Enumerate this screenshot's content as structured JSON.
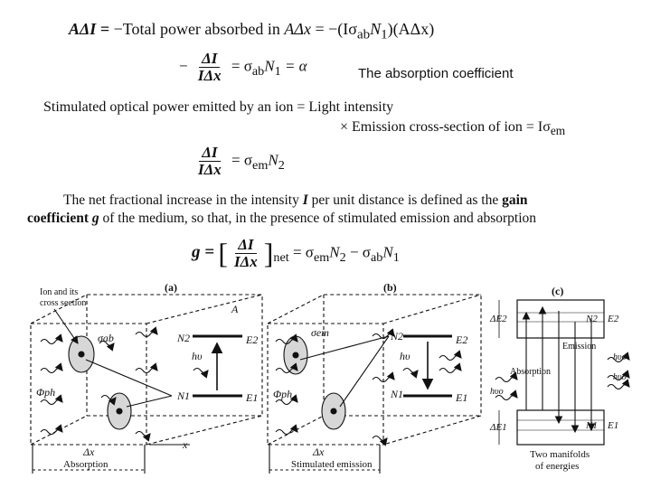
{
  "eq1": {
    "lhs": "AΔI =",
    "minus_text": "−Total power absorbed in",
    "adx": "AΔx",
    "rhs": "= −(Iσ",
    "sub_ab": "ab",
    "n1": "N",
    "n1_sub": "1",
    "tail": ")(AΔx)"
  },
  "eq2": {
    "minus": "−",
    "num": "ΔI",
    "den": "IΔx",
    "rhs": "= σ",
    "sub_ab": "ab",
    "n": "N",
    "n_sub": "1",
    "alpha": "= α",
    "note": "The absorption coefficient"
  },
  "stim": {
    "line1_left": "Stimulated optical power emitted by an ion =",
    "line1_right": "Light intensity",
    "line2": "× Emission cross-section of ion = Iσ",
    "line2_sub": "em"
  },
  "eq3": {
    "num": "ΔI",
    "den": "IΔx",
    "rhs": "= σ",
    "sub_em": "em",
    "n": "N",
    "n_sub": "2"
  },
  "para": {
    "p1": "The net fractional increase in the intensity",
    "p1_I": "I",
    "p1_b": "per unit distance is defined as the",
    "p1_gain": "gain",
    "p2_coef": "coefficient",
    "p2_g": "g",
    "p2_rest": "of the medium, so that, in the presence of stimulated emission and absorption"
  },
  "eq4": {
    "g": "g =",
    "num": "ΔI",
    "den": "IΔx",
    "net": "net",
    "rhs": "= σ",
    "sub_em": "em",
    "n2": "N",
    "n2_sub": "2",
    "minus": "− σ",
    "sub_ab": "ab",
    "n1": "N",
    "n1_sub": "1"
  },
  "figure": {
    "panel_a_label": "(a)",
    "panel_b_label": "(b)",
    "panel_c_label": "(c)",
    "ion_label_1": "Ion and its",
    "ion_label_2": "cross section",
    "area_label": "A",
    "sigma_ab": "σab",
    "sigma_em": "σem",
    "phi_ph": "Φph",
    "hv": "hυ",
    "N1": "N1",
    "N2": "N2",
    "E1": "E1",
    "E2": "E2",
    "dx": "Δx",
    "x": "x",
    "caption_a": "Absorption",
    "caption_b": "Stimulated emission",
    "dE2": "ΔE2",
    "dE1": "ΔE1",
    "emission": "Emission",
    "absorption": "Absorption",
    "hvo": "hυo",
    "hvo2": "hυo'",
    "caption_c1": "Two manifolds",
    "caption_c2": "of energies"
  }
}
